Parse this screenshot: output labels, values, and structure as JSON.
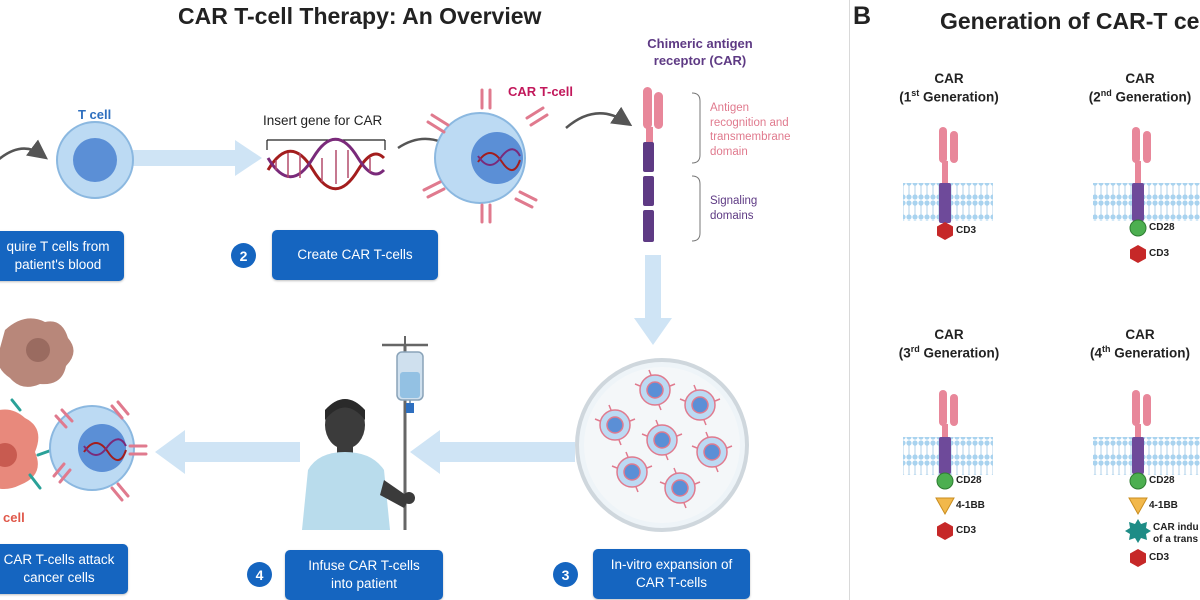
{
  "left_panel": {
    "title": "CAR T-cell Therapy: An Overview",
    "labels": {
      "t_cell": "T cell",
      "insert_gene": "Insert gene for CAR",
      "car_t_cell": "CAR T-cell",
      "chimeric": "Chimeric antigen\nreceptor (CAR)",
      "antigen_domain": "Antigen\nrecognition and\ntransmembrane\ndomain",
      "signaling": "Signaling\ndomains",
      "cancer_cell_fragment": "cell"
    },
    "steps": [
      {
        "number": "",
        "label": "quire T cells from\npatient's blood"
      },
      {
        "number": "2",
        "label": "Create CAR T-cells"
      },
      {
        "number": "3",
        "label": "In-vitro expansion of\nCAR T-cells"
      },
      {
        "number": "4",
        "label": "Infuse CAR T-cells\ninto patient"
      },
      {
        "number": "",
        "label": "CAR T-cells attack\ncancer cells"
      }
    ]
  },
  "right_panel": {
    "letter": "B",
    "title": "Generation of CAR-T ce",
    "generations": [
      {
        "line1": "CAR",
        "open": "(1",
        "sup": "st",
        "close": " Generation)",
        "domains": [
          "CD3"
        ]
      },
      {
        "line1": "CAR",
        "open": "(2",
        "sup": "nd",
        "close": " Generation)",
        "domains": [
          "CD28",
          "CD3"
        ]
      },
      {
        "line1": "CAR",
        "open": "(3",
        "sup": "rd",
        "close": " Generation)",
        "domains": [
          "CD28",
          "4-1BB",
          "CD3"
        ]
      },
      {
        "line1": "CAR",
        "open": "(4",
        "sup": "th",
        "close": " Generation)",
        "domains": [
          "CD28",
          "4-1BB",
          "CAR indu\nof a trans",
          "CD3"
        ]
      }
    ]
  },
  "colors": {
    "step_blue": "#1565c0",
    "cell_blue": "#a9d0ef",
    "nucleus_blue": "#5b8fd6",
    "receptor_pink": "#e8879a",
    "signal_purple": "#5e3a84",
    "arrow_blue": "#cfe4f5",
    "cd28_green": "#4caf50",
    "bb_orange": "#f2b84b",
    "cd3_red": "#c62828",
    "il_teal": "#1e8c86"
  }
}
